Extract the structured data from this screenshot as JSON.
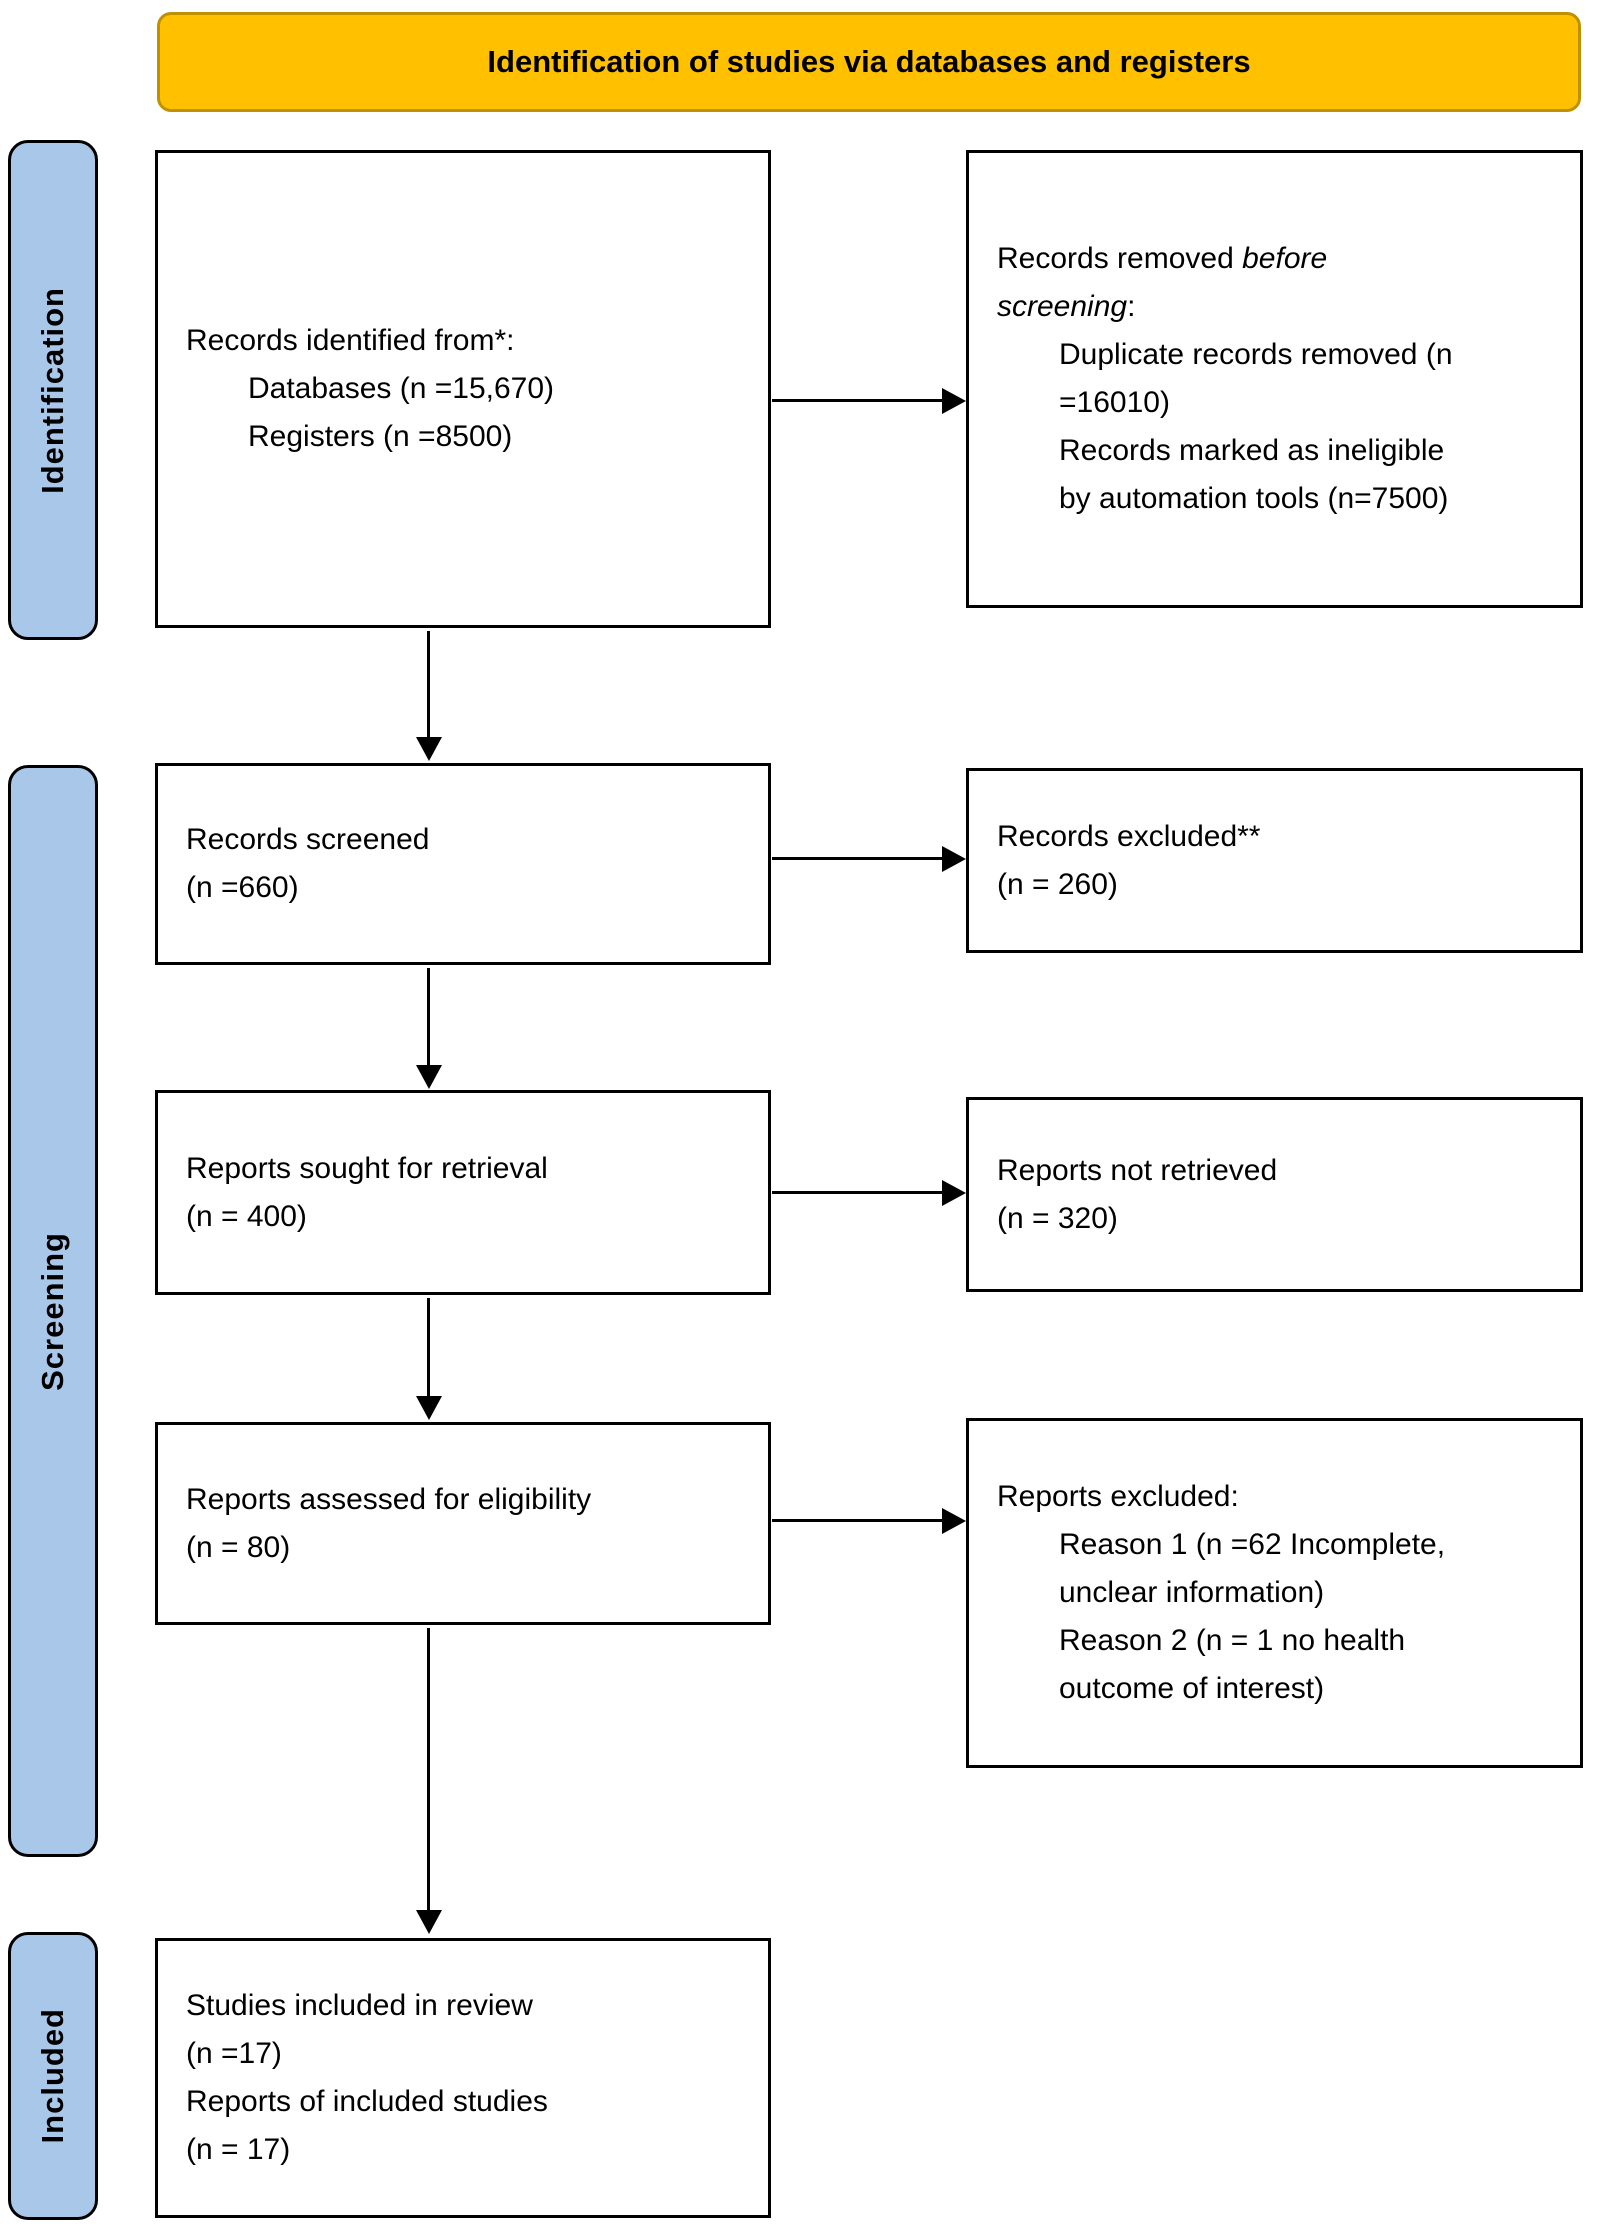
{
  "banner": {
    "title": "Identification of studies via databases and registers"
  },
  "sidebar": {
    "identification_label": "Identification",
    "screening_label": "Screening",
    "included_label": "Included"
  },
  "boxes": {
    "records_identified": {
      "l1": "Records identified from*:",
      "l2": "Databases (n =15,670)",
      "l3": "Registers (n =8500)"
    },
    "records_removed": {
      "t1": "Records removed ",
      "t1i": "before",
      "t2i": "screening",
      "t2": ":",
      "l1": "Duplicate records removed (n",
      "l2": "=16010)",
      "l3": "Records marked as ineligible",
      "l4": "by automation tools (n=7500)"
    },
    "records_screened": {
      "l1": "Records screened",
      "l2": "(n =660)"
    },
    "records_excluded": {
      "l1": "Records excluded**",
      "l2": "(n = 260)"
    },
    "reports_sought": {
      "l1": "Reports sought for retrieval",
      "l2": "(n = 400)"
    },
    "reports_not_retrieved": {
      "l1": "Reports not retrieved",
      "l2": "(n = 320)"
    },
    "reports_assessed": {
      "l1": "Reports assessed for eligibility",
      "l2": "(n = 80)"
    },
    "reports_excluded": {
      "l1": "Reports excluded:",
      "l2": "Reason 1 (n =62 Incomplete,",
      "l3": "unclear information)",
      "l4": "Reason 2 (n = 1 no health",
      "l5": "outcome of interest)"
    },
    "studies_included": {
      "l1": "Studies included in review",
      "l2": "(n =17)",
      "l3": "Reports of included studies",
      "l4": "(n = 17)"
    }
  },
  "colors": {
    "banner_fill": "#FFC000",
    "banner_border": "#BF9000",
    "sidebar_fill": "#A9C7E8",
    "box_border": "#000000",
    "text": "#000000",
    "background": "#FFFFFF"
  }
}
